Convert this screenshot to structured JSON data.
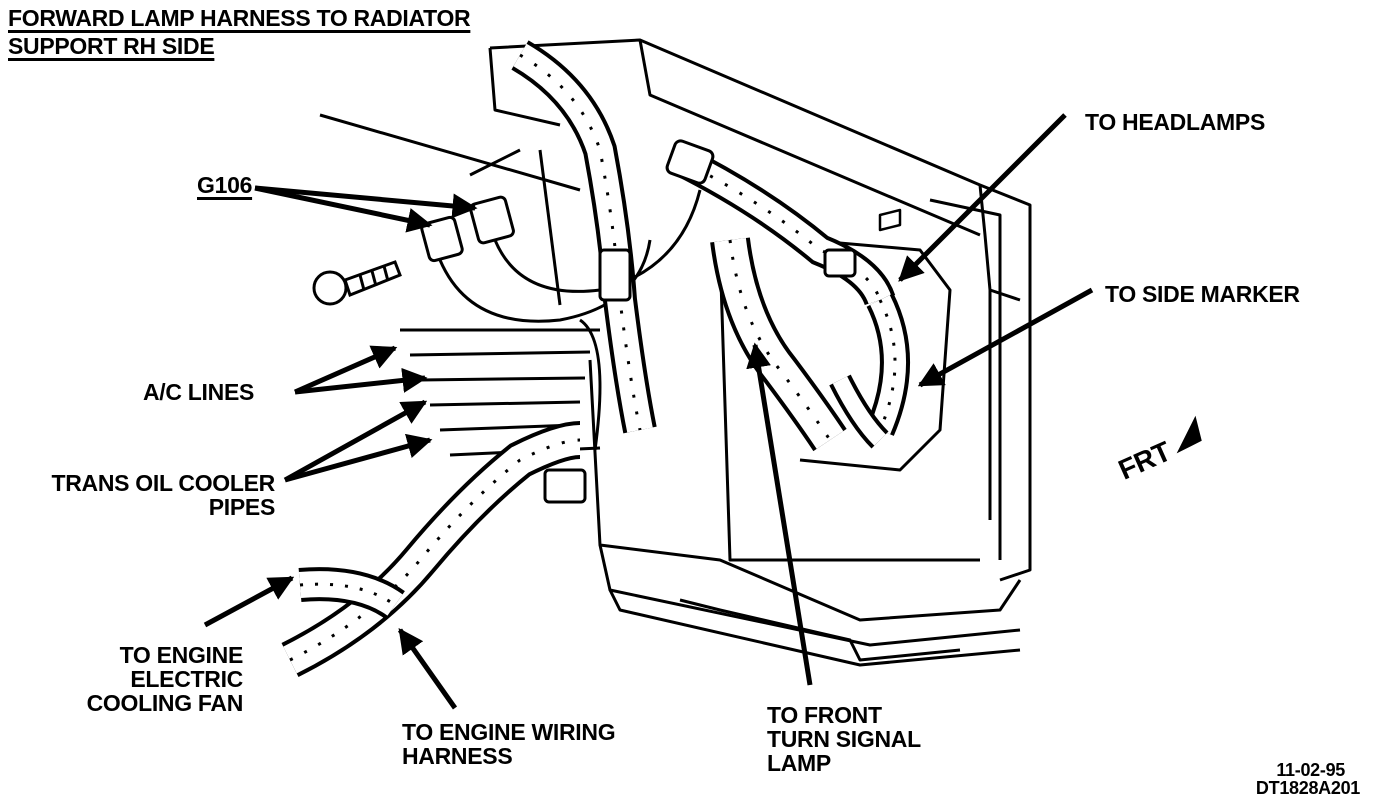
{
  "title": {
    "line1": "FORWARD LAMP HARNESS TO RADIATOR",
    "line2": "SUPPORT RH SIDE"
  },
  "labels": {
    "g106": "G106",
    "ac_lines": "A/C LINES",
    "trans_oil_cooler": [
      "TRANS OIL COOLER",
      "PIPES"
    ],
    "engine_fan": [
      "TO ENGINE",
      "ELECTRIC",
      "COOLING FAN"
    ],
    "engine_wiring": [
      "TO ENGINE WIRING",
      "HARNESS"
    ],
    "front_turn_signal": [
      "TO FRONT",
      "TURN SIGNAL",
      "LAMP"
    ],
    "headlamps": "TO HEADLAMPS",
    "side_marker": "TO SIDE MARKER",
    "frt": "FRT"
  },
  "footer": {
    "date": "11-02-95",
    "code": "DT1828A201"
  },
  "colors": {
    "ink": "#000000",
    "paper": "#ffffff"
  }
}
